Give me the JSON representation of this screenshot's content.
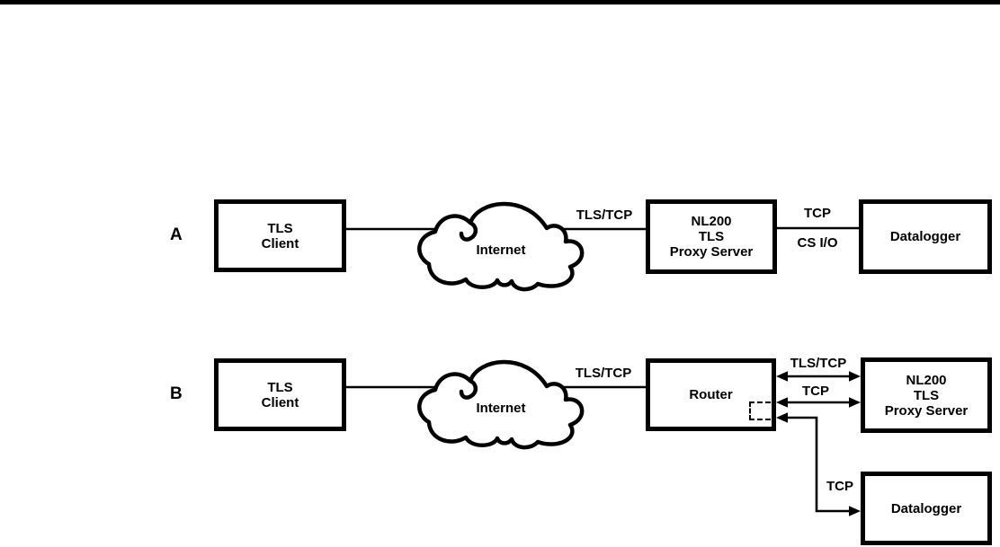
{
  "colors": {
    "line": "#000000",
    "box_border": "#000000",
    "background": "#ffffff",
    "top_bar": "#000000"
  },
  "rows": {
    "a": {
      "label": "A",
      "client_box": [
        "TLS",
        "Client"
      ],
      "cloud_label": "Internet",
      "link_internet_proxy_label": "TLS/TCP",
      "proxy_box": [
        "NL200",
        "TLS",
        "Proxy Server"
      ],
      "link_proxy_datalogger_label_top": "TCP",
      "link_proxy_datalogger_label_bottom": "CS I/O",
      "datalogger_box": [
        "Datalogger"
      ]
    },
    "b": {
      "label": "B",
      "client_box": [
        "TLS",
        "Client"
      ],
      "cloud_label": "Internet",
      "link_internet_router_label": "TLS/TCP",
      "router_box": [
        "Router"
      ],
      "arrow_tls_tcp_label": "TLS/TCP",
      "arrow_tcp_label": "TCP",
      "proxy_box": [
        "NL200",
        "TLS",
        "Proxy Server"
      ],
      "link_router_datalogger_label": "TCP",
      "datalogger_box": [
        "Datalogger"
      ]
    }
  }
}
